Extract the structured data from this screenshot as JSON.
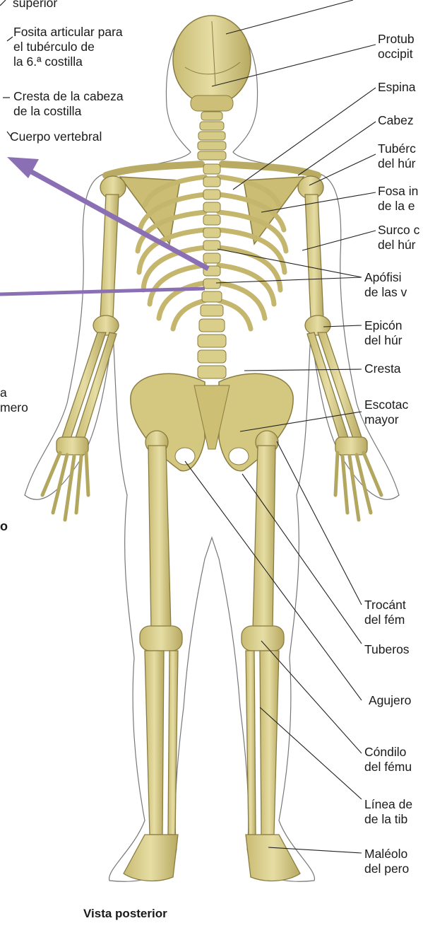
{
  "colors": {
    "bone": "#d9cf8e",
    "bone_shade": "#a89a52",
    "arrow": "#8b6fb5",
    "leader": "#222222",
    "outline": "#555555"
  },
  "left_labels": [
    {
      "id": "superior",
      "lines": [
        "superior"
      ]
    },
    {
      "id": "fosita",
      "lines": [
        "Fosita articular para",
        "el tubérculo de",
        "la 6.ª costilla"
      ]
    },
    {
      "id": "cresta-cabeza",
      "lines": [
        "Cresta de la cabeza",
        "de la costilla"
      ]
    },
    {
      "id": "cuerpo",
      "lines": [
        "Cuerpo vertebral"
      ]
    },
    {
      "id": "humero-cut",
      "lines": [
        "a",
        "mero"
      ]
    }
  ],
  "left_bold": "o",
  "right_labels": [
    {
      "id": "protub",
      "lines": [
        "Protub",
        "occipit"
      ]
    },
    {
      "id": "espina",
      "lines": [
        "Espina"
      ]
    },
    {
      "id": "cabeza",
      "lines": [
        "Cabez"
      ]
    },
    {
      "id": "tuberc",
      "lines": [
        "Tubérc",
        "del húr"
      ]
    },
    {
      "id": "fosa",
      "lines": [
        "Fosa in",
        "de la e"
      ]
    },
    {
      "id": "surco",
      "lines": [
        "Surco c",
        "del húr"
      ]
    },
    {
      "id": "apofisis",
      "lines": [
        "Apófisi",
        "de las v"
      ]
    },
    {
      "id": "epicon",
      "lines": [
        "Epicón",
        "del húr"
      ]
    },
    {
      "id": "cresta",
      "lines": [
        "Cresta"
      ]
    },
    {
      "id": "escotad",
      "lines": [
        "Escotac",
        "mayor"
      ]
    },
    {
      "id": "trocant",
      "lines": [
        "Trocánt",
        "del fém"
      ]
    },
    {
      "id": "tuberos",
      "lines": [
        "Tuberos"
      ]
    },
    {
      "id": "agujero",
      "lines": [
        "Agujero"
      ]
    },
    {
      "id": "condilo",
      "lines": [
        "Cóndilo",
        "del fému"
      ]
    },
    {
      "id": "linea",
      "lines": [
        "Línea de",
        "de la tib"
      ]
    },
    {
      "id": "maleolo",
      "lines": [
        "Maléolo",
        "del pero"
      ]
    }
  ],
  "caption": "Vista posterior"
}
